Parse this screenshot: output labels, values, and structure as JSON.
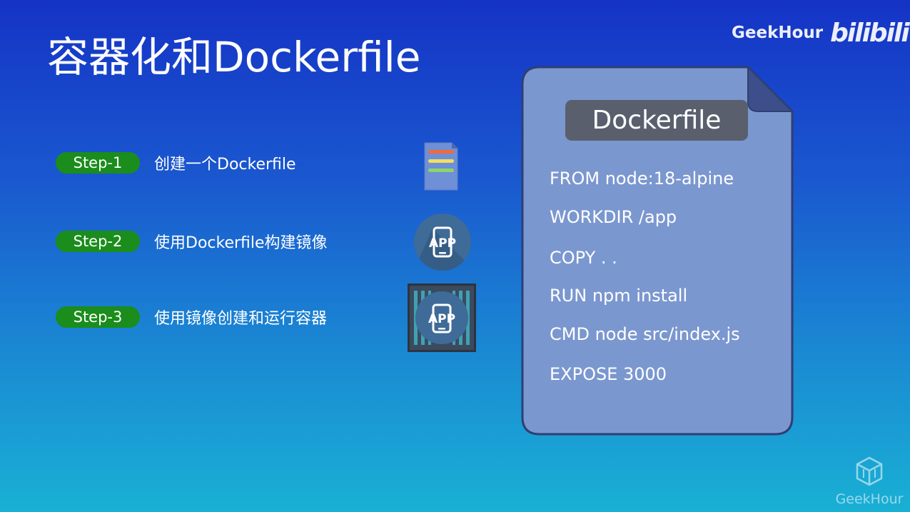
{
  "title": "容器化和Dockerfile",
  "brand": {
    "name": "GeekHour",
    "logo": "bilibili"
  },
  "steps": [
    {
      "label": "Step-1",
      "text": "创建一个Dockerfile",
      "icon": "document-icon"
    },
    {
      "label": "Step-2",
      "text": "使用Dockerfile构建镜像",
      "icon": "app-image-icon"
    },
    {
      "label": "Step-3",
      "text": "使用镜像创建和运行容器",
      "icon": "app-container-icon"
    }
  ],
  "app_icon_text": "APP",
  "dockerfile": {
    "label": "Dockerfile",
    "lines": [
      "FROM node:18-alpine",
      "WORKDIR /app",
      "COPY . .",
      "RUN npm install",
      "CMD node src/index.js",
      "EXPOSE 3000"
    ]
  },
  "watermark": {
    "text": "GeekHour"
  },
  "colors": {
    "step_pill": "#1a8d1c",
    "file_body": "#7b97cf",
    "file_label": "#5a5f6e"
  }
}
